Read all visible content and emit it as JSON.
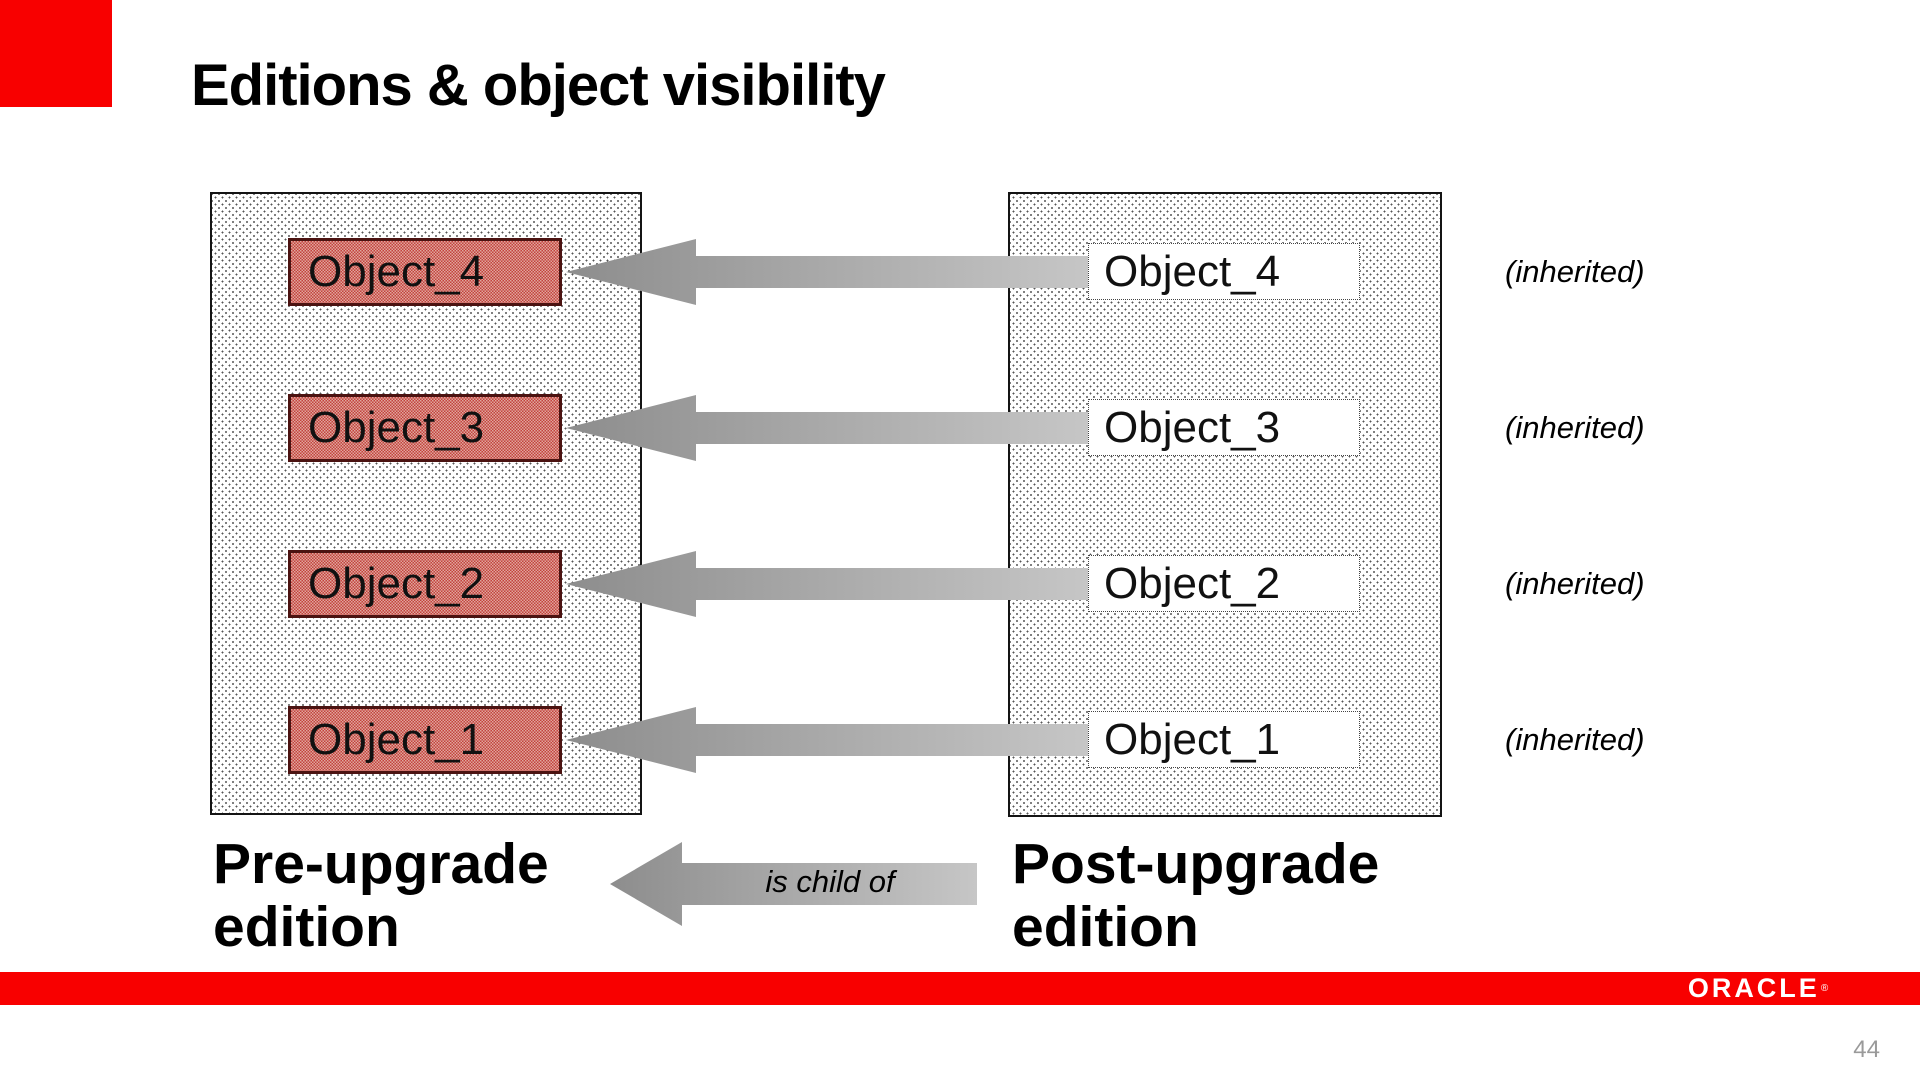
{
  "title": "Editions & object visibility",
  "rows": [
    {
      "left_label": "Object_4",
      "right_label": "Object_4",
      "note": "(inherited)"
    },
    {
      "left_label": "Object_3",
      "right_label": "Object_3",
      "note": "(inherited)"
    },
    {
      "left_label": "Object_2",
      "right_label": "Object_2",
      "note": "(inherited)"
    },
    {
      "left_label": "Object_1",
      "right_label": "Object_1",
      "note": "(inherited)"
    }
  ],
  "panels": {
    "left": {
      "line1": "Pre-upgrade",
      "line2": "edition"
    },
    "right": {
      "line1": "Post-upgrade",
      "line2": "edition"
    }
  },
  "relationship": {
    "label": "is child of"
  },
  "footer": {
    "brand": "ORACLE",
    "registered": "®",
    "page_number": "44"
  },
  "colors": {
    "oracle_red": "#F80000",
    "object_red": "#C3423C",
    "object_red_light": "#DFA79E",
    "arrow_dark": "#8D8D8D",
    "arrow_light": "#C6C6C6"
  }
}
